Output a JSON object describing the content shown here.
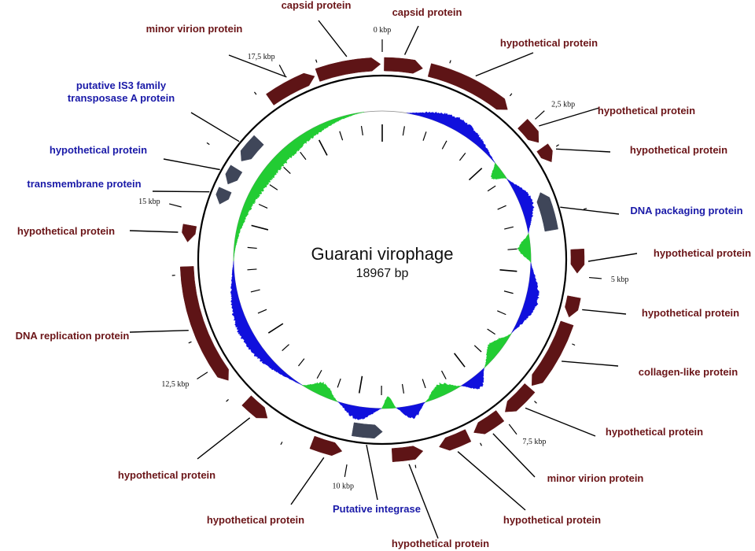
{
  "title": "Guarani virophage",
  "subtitle": "18967 bp",
  "genome_length_bp": 18967,
  "colors": {
    "forward_feature": "#5e1416",
    "reverse_feature": "#3f4659",
    "label_maroon": "#6b1518",
    "label_blue": "#1a1aa8",
    "gc_skew_positive": "#22cc33",
    "gc_skew_negative": "#1010dd",
    "backbone": "#000000"
  },
  "scale_labels": [
    {
      "text": "0 kbp",
      "kbp": 0
    },
    {
      "text": "2,5 kbp",
      "kbp": 2.5
    },
    {
      "text": "5 kbp",
      "kbp": 5
    },
    {
      "text": "7,5 kbp",
      "kbp": 7.5
    },
    {
      "text": "10 kbp",
      "kbp": 10
    },
    {
      "text": "12,5 kbp",
      "kbp": 12.5
    },
    {
      "text": "15 kbp",
      "kbp": 15
    },
    {
      "text": "17,5 kbp",
      "kbp": 17.5
    }
  ],
  "features": [
    {
      "label": "capsid protein",
      "start_kbp": 0.03,
      "end_kbp": 0.63,
      "strand": "+",
      "ring": "outer",
      "label_color": "maroon"
    },
    {
      "label": "capsid protein",
      "start_kbp": 17.95,
      "end_kbp": 18.94,
      "strand": "+",
      "ring": "outer",
      "label_color": "maroon"
    },
    {
      "label": "minor virion protein",
      "start_kbp": 17.12,
      "end_kbp": 17.9,
      "strand": "+",
      "ring": "outer",
      "label_color": "maroon"
    },
    {
      "label": "hypothetical protein",
      "start_kbp": 0.74,
      "end_kbp": 2.1,
      "strand": "+",
      "ring": "outer",
      "label_color": "maroon"
    },
    {
      "label": "hypothetical protein",
      "start_kbp": 2.42,
      "end_kbp": 2.8,
      "strand": "+",
      "ring": "outer",
      "label_color": "maroon"
    },
    {
      "label": "hypothetical protein",
      "start_kbp": 2.9,
      "end_kbp": 3.16,
      "strand": "+",
      "ring": "outer",
      "label_color": "maroon"
    },
    {
      "label": "DNA packaging protein",
      "start_kbp": 3.53,
      "end_kbp": 4.22,
      "strand": "-",
      "ring": "inner",
      "label_color": "blue"
    },
    {
      "label": "hypothetical protein",
      "start_kbp": 4.58,
      "end_kbp": 4.95,
      "strand": "+",
      "ring": "outer",
      "label_color": "maroon"
    },
    {
      "label": "hypothetical protein",
      "start_kbp": 5.32,
      "end_kbp": 5.64,
      "strand": "+",
      "ring": "outer",
      "label_color": "maroon"
    },
    {
      "label": "collagen-like protein",
      "start_kbp": 5.74,
      "end_kbp": 6.85,
      "strand": "+",
      "ring": "outer",
      "label_color": "maroon"
    },
    {
      "label": "hypothetical protein",
      "start_kbp": 6.9,
      "end_kbp": 7.43,
      "strand": "+",
      "ring": "outer",
      "label_color": "maroon"
    },
    {
      "label": "minor virion protein",
      "start_kbp": 7.53,
      "end_kbp": 8.01,
      "strand": "+",
      "ring": "outer",
      "label_color": "maroon"
    },
    {
      "label": "hypothetical protein",
      "start_kbp": 8.11,
      "end_kbp": 8.59,
      "strand": "+",
      "ring": "outer",
      "label_color": "maroon"
    },
    {
      "label": "hypothetical protein",
      "start_kbp": 8.85,
      "end_kbp": 9.33,
      "strand": "-",
      "ring": "outer",
      "label_color": "maroon"
    },
    {
      "label": "Putative integrase",
      "start_kbp": 9.48,
      "end_kbp": 10.0,
      "strand": "-",
      "ring": "inner",
      "label_color": "blue"
    },
    {
      "label": "hypothetical protein",
      "start_kbp": 10.11,
      "end_kbp": 10.59,
      "strand": "-",
      "ring": "outer",
      "label_color": "maroon"
    },
    {
      "label": "hypothetical protein",
      "start_kbp": 11.38,
      "end_kbp": 11.8,
      "strand": "-",
      "ring": "outer",
      "label_color": "maroon"
    },
    {
      "label": "DNA replication protein",
      "start_kbp": 12.22,
      "end_kbp": 14.12,
      "strand": "-",
      "ring": "outer",
      "label_color": "maroon"
    },
    {
      "label": "hypothetical protein",
      "start_kbp": 14.5,
      "end_kbp": 14.76,
      "strand": "-",
      "ring": "outer",
      "label_color": "maroon"
    },
    {
      "label": "transmembrane protein",
      "start_kbp": 15.22,
      "end_kbp": 15.49,
      "strand": "-",
      "ring": "inner",
      "label_color": "blue"
    },
    {
      "label": "hypothetical protein",
      "start_kbp": 15.6,
      "end_kbp": 15.91,
      "strand": "-",
      "ring": "inner",
      "label_color": "blue"
    },
    {
      "label": "putative IS3 family transposase A  protein",
      "start_kbp": 16.07,
      "end_kbp": 16.55,
      "strand": "-",
      "ring": "inner",
      "label_color": "blue"
    }
  ],
  "gc_skew_segments": [
    {
      "start_kbp": 0.0,
      "end_kbp": 0.5,
      "sign": "none"
    },
    {
      "start_kbp": 0.5,
      "end_kbp": 2.6,
      "sign": "negative"
    },
    {
      "start_kbp": 2.6,
      "end_kbp": 3.0,
      "sign": "positive"
    },
    {
      "start_kbp": 3.0,
      "end_kbp": 4.2,
      "sign": "negative"
    },
    {
      "start_kbp": 4.2,
      "end_kbp": 4.8,
      "sign": "positive"
    },
    {
      "start_kbp": 4.8,
      "end_kbp": 6.3,
      "sign": "negative"
    },
    {
      "start_kbp": 6.3,
      "end_kbp": 7.2,
      "sign": "positive"
    },
    {
      "start_kbp": 7.2,
      "end_kbp": 7.8,
      "sign": "negative"
    },
    {
      "start_kbp": 7.8,
      "end_kbp": 8.6,
      "sign": "positive"
    },
    {
      "start_kbp": 8.6,
      "end_kbp": 9.2,
      "sign": "negative"
    },
    {
      "start_kbp": 9.2,
      "end_kbp": 9.5,
      "sign": "positive"
    },
    {
      "start_kbp": 9.5,
      "end_kbp": 10.4,
      "sign": "negative"
    },
    {
      "start_kbp": 10.4,
      "end_kbp": 11.2,
      "sign": "positive"
    },
    {
      "start_kbp": 11.2,
      "end_kbp": 14.2,
      "sign": "negative"
    },
    {
      "start_kbp": 14.2,
      "end_kbp": 18.6,
      "sign": "positive"
    },
    {
      "start_kbp": 18.6,
      "end_kbp": 18.967,
      "sign": "none"
    }
  ]
}
